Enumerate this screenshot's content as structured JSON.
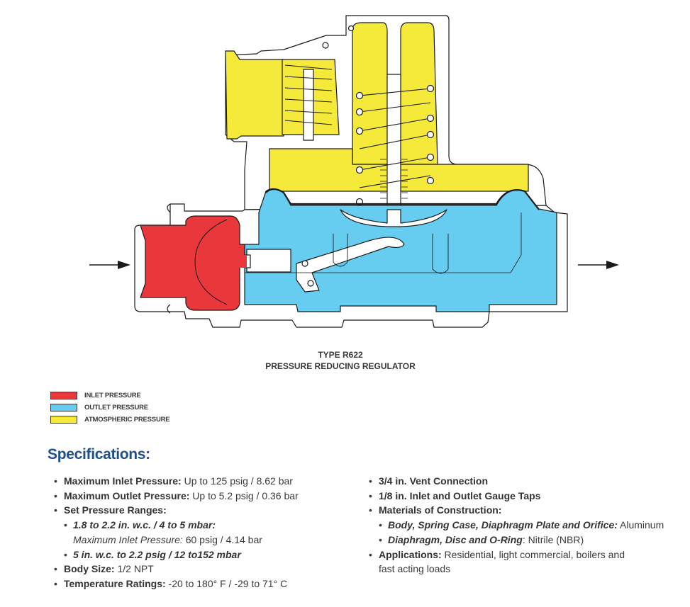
{
  "colors": {
    "inlet": "#e8383b",
    "outlet": "#66cdf0",
    "atmospheric": "#f5e93a",
    "heading": "#1f4e8c"
  },
  "diagram": {
    "flow_in_icon": "arrow-right-icon",
    "flow_out_icon": "arrow-right-icon"
  },
  "caption": {
    "line1": "TYPE R622",
    "line2": "PRESSURE REDUCING REGULATOR"
  },
  "legend": [
    {
      "label": "INLET PRESSURE",
      "color": "#e8383b"
    },
    {
      "label": "OUTLET PRESSURE",
      "color": "#66cdf0"
    },
    {
      "label": "ATMOSPHERIC PRESSURE",
      "color": "#f5e93a"
    }
  ],
  "specs": {
    "title": "Specifications:",
    "left": [
      {
        "label": "Maximum Inlet Pressure:",
        "value": " Up to 125 psig / 8.62 bar"
      },
      {
        "label": "Maximum Outlet Pressure:",
        "value": " Up to 5.2 psig / 0.36 bar"
      },
      {
        "label": "Set Pressure Ranges:",
        "value": ""
      },
      {
        "sub_label": "1.8 to 2.2 in. w.c. / 4 to 5 mbar:",
        "note_label": "Maximum Inlet Pressure:",
        "note_value": " 60 psig / 4.14 bar"
      },
      {
        "sub_label": "5 in. w.c. to 2.2 psig / 12 to152 mbar"
      },
      {
        "label": "Body Size:",
        "value": " 1/2 NPT"
      },
      {
        "label": "Temperature Ratings:",
        "value": " -20 to 180° F / -29 to 71° C"
      }
    ],
    "right": [
      {
        "label": "3/4 in. Vent Connection"
      },
      {
        "label": "1/8 in. Inlet and Outlet Gauge Taps"
      },
      {
        "label": "Materials of Construction:"
      },
      {
        "sub_label": "Body, Spring Case, Diaphragm Plate and Orifice:",
        "value": " Aluminum"
      },
      {
        "sub_label": "Diaphragm, Disc and O-Ring",
        "value": ": Nitrile (NBR)"
      },
      {
        "label": "Applications:",
        "value": " Residential, light commercial, boilers and",
        "cont": "fast acting loads"
      }
    ],
    "bullet": "•"
  }
}
